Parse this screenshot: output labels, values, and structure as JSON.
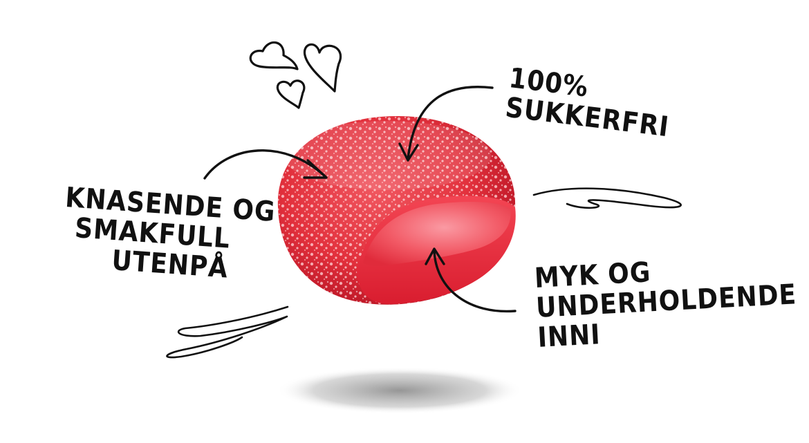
{
  "labels": {
    "sugar_free": [
      "100%",
      "SUKKERFRI"
    ],
    "outside": [
      "KNASENDE OG",
      "SMAKFULL",
      "UTENPÅ"
    ],
    "inside": [
      "MYK OG",
      "UNDERHOLDENDE",
      "INNI"
    ]
  },
  "colors": {
    "candy_red": "#e8323e",
    "candy_dark": "#c41a2a",
    "candy_inner": "#f24a55",
    "ink": "#111111",
    "shadow": "#9a9a9a"
  },
  "icons": [
    "heart-icon",
    "heart-icon",
    "heart-icon",
    "arrow-icon",
    "scribble-icon"
  ]
}
